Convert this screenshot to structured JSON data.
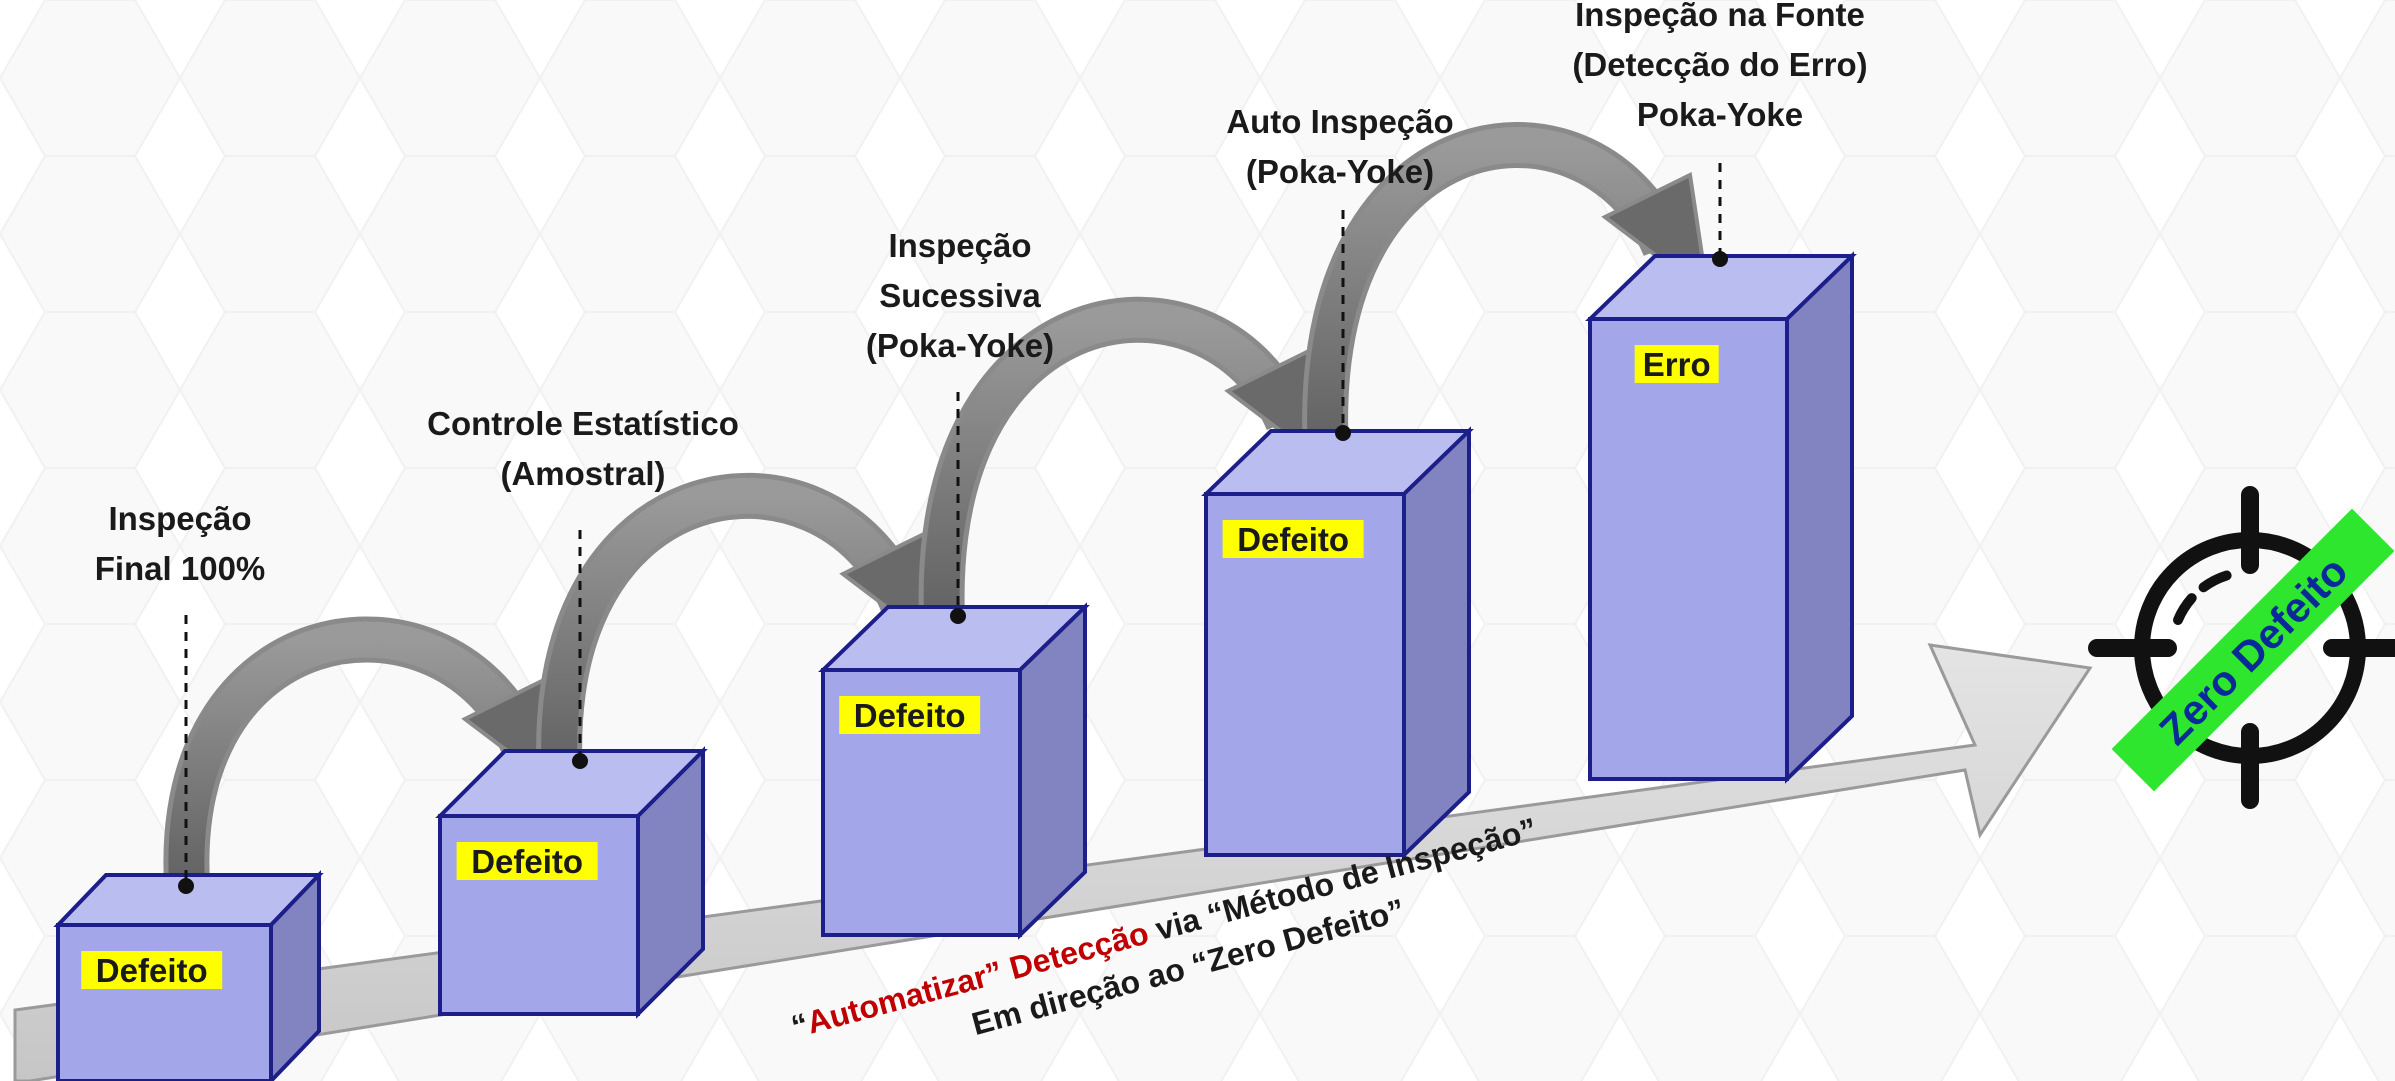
{
  "stages": [
    {
      "label_lines": [
        "Inspeção",
        "Final 100%"
      ],
      "box_label": "Defeito"
    },
    {
      "label_lines": [
        "Controle Estatístico",
        "(Amostral)"
      ],
      "box_label": "Defeito"
    },
    {
      "label_lines": [
        "Inspeção",
        "Sucessiva",
        "(Poka-Yoke)"
      ],
      "box_label": "Defeito"
    },
    {
      "label_lines": [
        "Auto Inspeção",
        "(Poka-Yoke)"
      ],
      "box_label": "Defeito"
    },
    {
      "label_lines": [
        "Inspeção na Fonte",
        "(Detecção do Erro)",
        "Poka-Yoke"
      ],
      "box_label": "Erro"
    }
  ],
  "caption": {
    "line1_q1": "“",
    "line1_red": "Automatizar” Detecção",
    "line1_rest": " via “Método de Inspeção”",
    "line2": "Em direção ao “Zero Defeito”"
  },
  "target": {
    "label": "Zero Defeito"
  },
  "colors": {
    "box_front": "#a3a6e8",
    "box_top": "#babdf0",
    "box_side": "#8184c0",
    "box_stroke": "#1c1f8a",
    "label_bg": "#ffff00",
    "caption_red": "#c00000",
    "target_badge": "#2ee62e",
    "target_text": "#0a2a9a",
    "band": "#d6d6d6"
  }
}
